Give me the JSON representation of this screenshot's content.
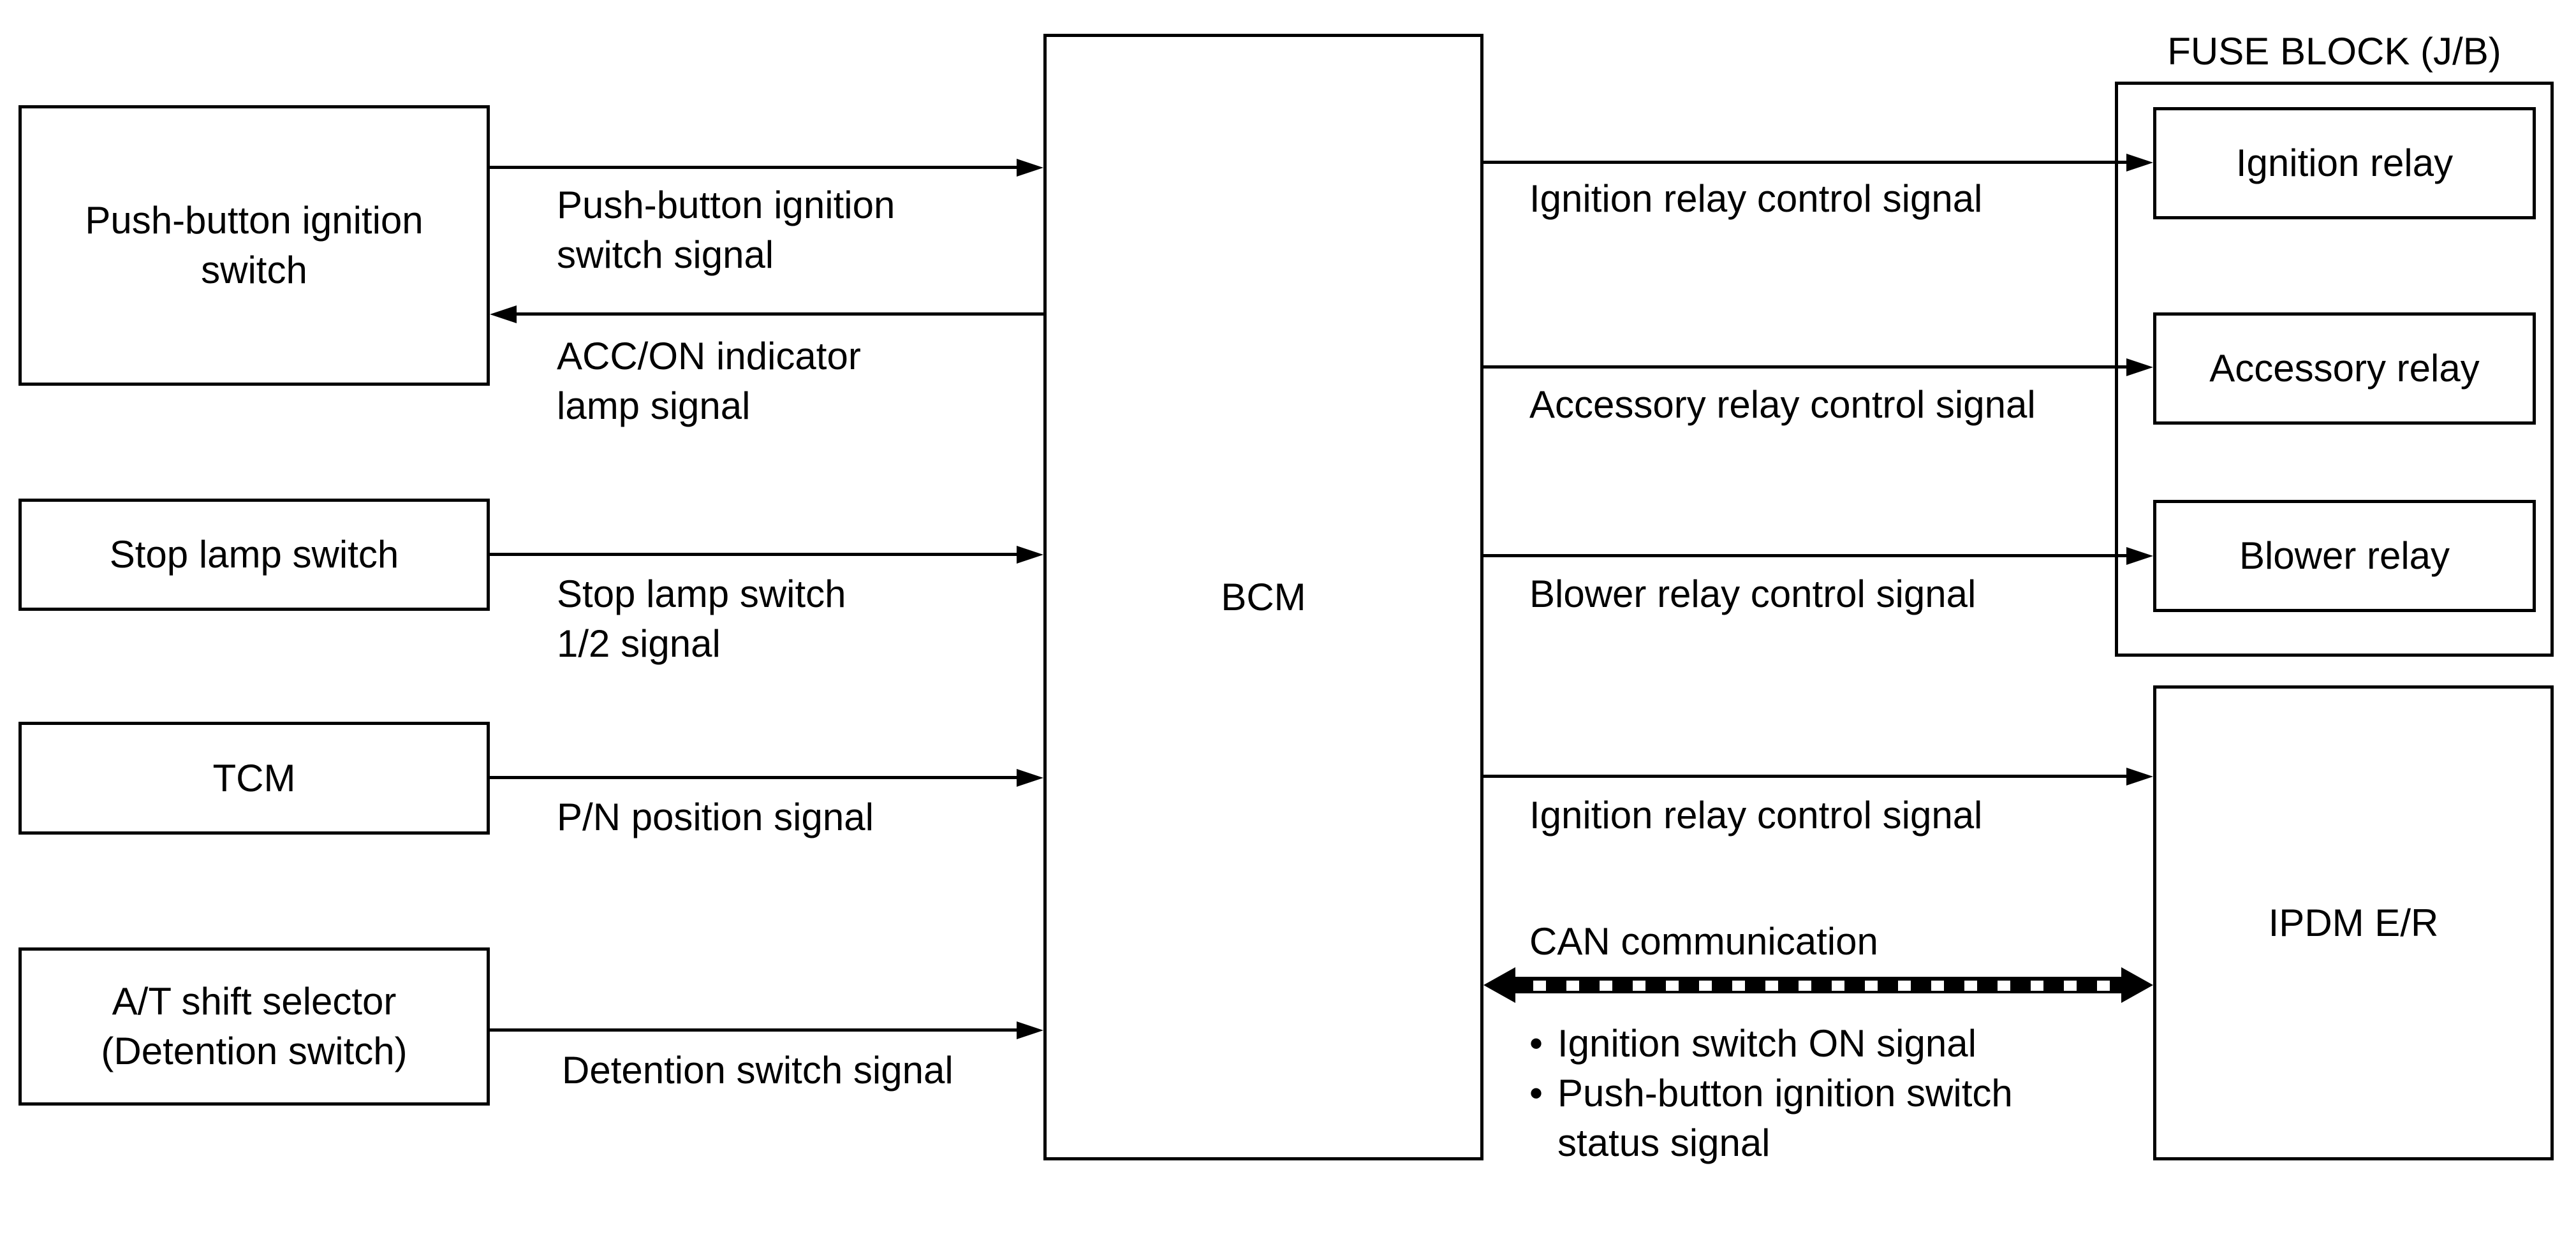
{
  "diagram": {
    "fuse_block_title": "FUSE BLOCK (J/B)",
    "nodes": {
      "push_button": "Push-button ignition\nswitch",
      "stop_lamp": "Stop lamp switch",
      "tcm": "TCM",
      "at_shift": "A/T shift selector\n(Detention switch)",
      "bcm": "BCM",
      "ignition_relay": "Ignition relay",
      "accessory_relay": "Accessory relay",
      "blower_relay": "Blower relay",
      "ipdm": "IPDM E/R"
    },
    "signals": {
      "push_button_switch": "Push-button ignition\nswitch signal",
      "acc_on_indicator": "ACC/ON indicator\nlamp signal",
      "stop_lamp_12": "Stop lamp switch\n1/2 signal",
      "pn_position": "P/N position signal",
      "detention_switch": "Detention switch signal",
      "ignition_relay_control": "Ignition relay control signal",
      "accessory_relay_control": "Accessory relay control signal",
      "blower_relay_control": "Blower relay control signal",
      "ignition_relay_control_ipdm": "Ignition relay control signal",
      "can_communication": "CAN communication"
    },
    "can_bullets": [
      {
        "marker": "•",
        "text": "Ignition switch ON signal"
      },
      {
        "marker": "•",
        "text": "Push-button ignition switch\nstatus signal"
      }
    ],
    "colors": {
      "line": "#000000",
      "background": "#ffffff"
    }
  }
}
